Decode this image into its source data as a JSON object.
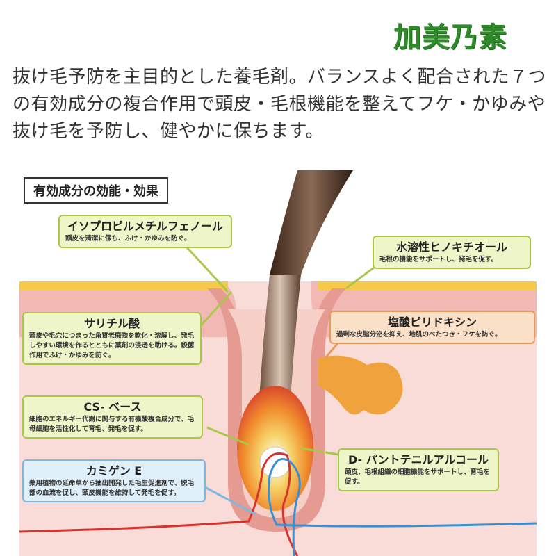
{
  "brand": {
    "logo_text": "加美乃素"
  },
  "intro": {
    "text": "抜け毛予防を主目的とした養毛剤。バランスよく配合された７つの有効成分の複合作用で頭皮・毛根機能を整えてフケ・かゆみや抜け毛を予防し、健やかに保ちます。"
  },
  "diagram": {
    "title": "有効成分の効能・効果",
    "ingredients": [
      {
        "name": "イソプロピルメチルフェノール",
        "desc": "頭皮を清潔に保ち、ふけ・かゆみを防ぐ。",
        "color": "green"
      },
      {
        "name": "水溶性ヒノキチオール",
        "desc": "毛根の機能をサポートし、発毛を促す。",
        "color": "green"
      },
      {
        "name": "サリチル酸",
        "desc": "頭皮や毛穴につまった角質老廃物を軟化・溶解し、発毛しやすい環境を作るとともに薬剤の浸透を助ける。殺菌作用でふけ・かゆみを防ぐ。",
        "color": "green"
      },
      {
        "name": "塩酸ピリドキシン",
        "desc": "過剰な皮脂分泌を抑え、地肌のべたつき・フケを防ぐ。",
        "color": "orange"
      },
      {
        "name": "CS- ベース",
        "desc": "細胞のエネルギー代謝に関与する有機酸複合成分で、毛母細胞を活性化して育毛、発毛を促す。",
        "color": "green"
      },
      {
        "name": "D- パントテニルアルコール",
        "desc": "頭皮、毛根組織の細胞機能をサポートし、育毛を促す。",
        "color": "green"
      },
      {
        "name": "カミゲン E",
        "desc": "薬用植物の延命草から抽出開発した毛生促進剤で、脱毛部の血流を促し、頭皮機能を維持して発毛を促す。",
        "color": "blue"
      }
    ]
  },
  "colors": {
    "skin": "#f2b9b4",
    "skin_light": "#f9dcd8",
    "fat_layer": "#f7c94a",
    "gland": "#f0a23c",
    "hair": "#5a3a2c",
    "vein_red": "#d8322c",
    "vein_blue": "#3a8fd0",
    "callout_green": "#a9c84a",
    "callout_orange": "#e89a5a",
    "callout_blue": "#7fb8df"
  }
}
